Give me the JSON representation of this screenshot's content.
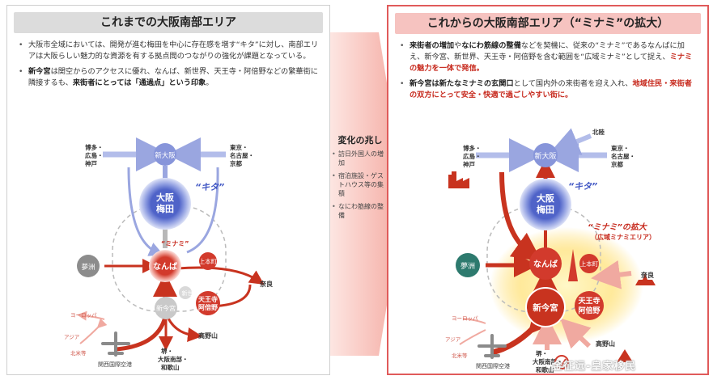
{
  "left": {
    "title": "これまでの大阪南部エリア",
    "bullet1": "大阪市全域においては、開発が進む梅田を中心に存在感を増す“キタ”に対し、南部エリアは大阪らしい魅力的な資源を有する拠点間のつながりの強化が課題となっている。",
    "bullet2_bold1": "新今宮",
    "bullet2_text1": "は関空からのアクセスに優れ、なんば、新世界、天王寺・阿倍野などの繁華街に隣接するも、",
    "bullet2_bold2": "来街者にとっては「通過点」という印象",
    "bullet2_text2": "。"
  },
  "right": {
    "title": "これからの大阪南部エリア（“ミナミ”の拡大）",
    "b1_bold1": "来街者の増加",
    "b1_t1": "や",
    "b1_bold2": "なにわ筋線の整備",
    "b1_t2": "などを契機に、従来の“ミナミ”であるなんばに加え、新今宮、新世界、天王寺・阿倍野を含む範囲を“広域ミナミ”として捉え、",
    "b1_red": "ミナミの魅力を一体で発信。",
    "b2_bold1": "新今宮は新たなミナミの玄関口",
    "b2_t1": "として国内外の来街者を迎え入れ、",
    "b2_red": "地域住民・来街者の双方にとって安全・快適で過ごしやすい街に。"
  },
  "change": {
    "title": "変化の兆し",
    "items": [
      "訪日外国人の増加",
      "宿泊施設・ゲストハウス等の集積",
      "なにわ筋線の整備"
    ]
  },
  "map": {
    "shin_osaka": "新大阪",
    "umeda_1": "大阪",
    "umeda_2": "梅田",
    "kita": "“キタ”",
    "minami": "“ミナミ”",
    "namba": "なんば",
    "uehonmachi": "上本町",
    "shinsekai": "新世界",
    "shinimamiya": "新今宮",
    "tennoji_1": "天王寺",
    "tennoji_2": "阿倍野",
    "yumeshima": "夢洲",
    "nara": "奈良",
    "koyasan": "高野山",
    "hakata_1": "博多・",
    "hakata_2": "広島・",
    "hakata_3": "神戸",
    "tokyo_1": "東京・",
    "tokyo_2": "名古屋・",
    "tokyo_3": "京都",
    "europe": "ヨーロッパ",
    "asia": "アジア",
    "namerica": "北米等",
    "kix": "関西国際空港",
    "sakai_1": "堺・",
    "sakai_2": "大阪南部・",
    "sakai_3": "和歌山",
    "hokuriku": "北陸",
    "minami_big_1": "“ミナミ”の拡大",
    "minami_big_2": "（広域ミナミエリア）"
  },
  "watermark": "金征远-皇家移民"
}
